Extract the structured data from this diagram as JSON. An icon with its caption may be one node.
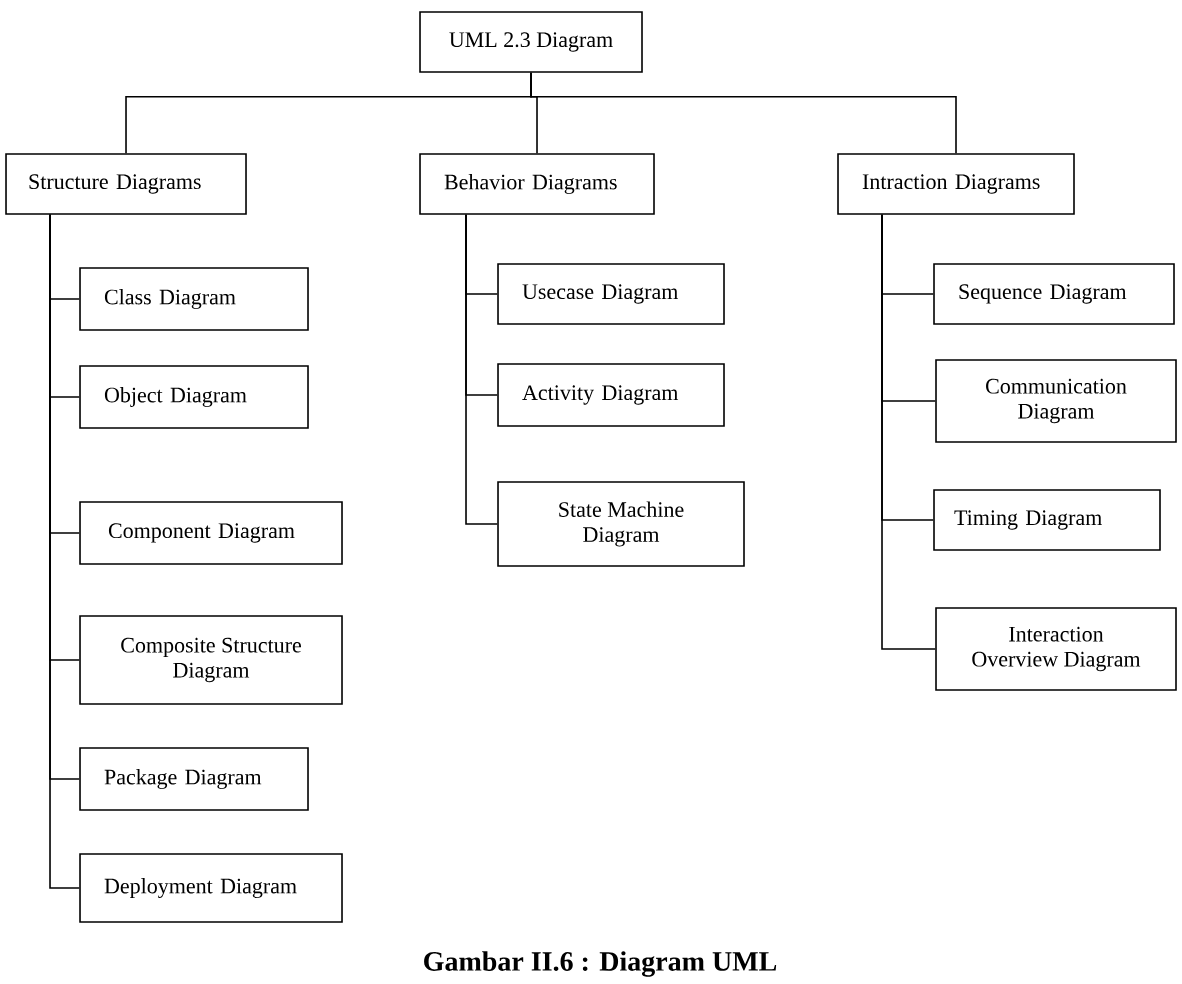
{
  "diagram": {
    "caption": "Gambar II.6 : Diagram UML",
    "nodes": [
      {
        "text": [
          "UML 2.3 Diagram"
        ]
      },
      {
        "text": [
          "Structure Diagrams"
        ]
      },
      {
        "text": [
          "Behavior Diagrams"
        ]
      },
      {
        "text": [
          "Intraction Diagrams"
        ]
      },
      {
        "text": [
          "Class Diagram"
        ]
      },
      {
        "text": [
          "Object Diagram"
        ]
      },
      {
        "text": [
          "Component Diagram"
        ]
      },
      {
        "text": [
          "Composite Structure Diagram"
        ]
      },
      {
        "text": [
          "Package Diagram"
        ]
      },
      {
        "text": [
          "Deployment Diagram"
        ]
      },
      {
        "text": [
          "Usecase Diagram"
        ]
      },
      {
        "text": [
          "Activity Diagram"
        ]
      },
      {
        "text": [
          "State Machine Diagram"
        ]
      },
      {
        "text": [
          "Sequence Diagram"
        ]
      },
      {
        "text": [
          "Communication Diagram"
        ]
      },
      {
        "text": [
          "Timing Diagram"
        ]
      },
      {
        "text": [
          "Interaction Overview Diagram"
        ]
      }
    ],
    "edges": [
      {
        "from": 0,
        "to": 1,
        "arrow": "none"
      },
      {
        "from": 0,
        "to": 2,
        "arrow": "none"
      },
      {
        "from": 0,
        "to": 3,
        "arrow": "none"
      },
      {
        "from": 1,
        "to": 4,
        "arrow": "none"
      },
      {
        "from": 1,
        "to": 5,
        "arrow": "none"
      },
      {
        "from": 1,
        "to": 6,
        "arrow": "none"
      },
      {
        "from": 1,
        "to": 7,
        "arrow": "none"
      },
      {
        "from": 1,
        "to": 8,
        "arrow": "none"
      },
      {
        "from": 1,
        "to": 9,
        "arrow": "none"
      },
      {
        "from": 2,
        "to": 10,
        "arrow": "none"
      },
      {
        "from": 2,
        "to": 11,
        "arrow": "none"
      },
      {
        "from": 2,
        "to": 12,
        "arrow": "none"
      },
      {
        "from": 3,
        "to": 13,
        "arrow": "none"
      },
      {
        "from": 3,
        "to": 14,
        "arrow": "none"
      },
      {
        "from": 3,
        "to": 15,
        "arrow": "none"
      },
      {
        "from": 3,
        "to": 16,
        "arrow": "none"
      }
    ]
  }
}
